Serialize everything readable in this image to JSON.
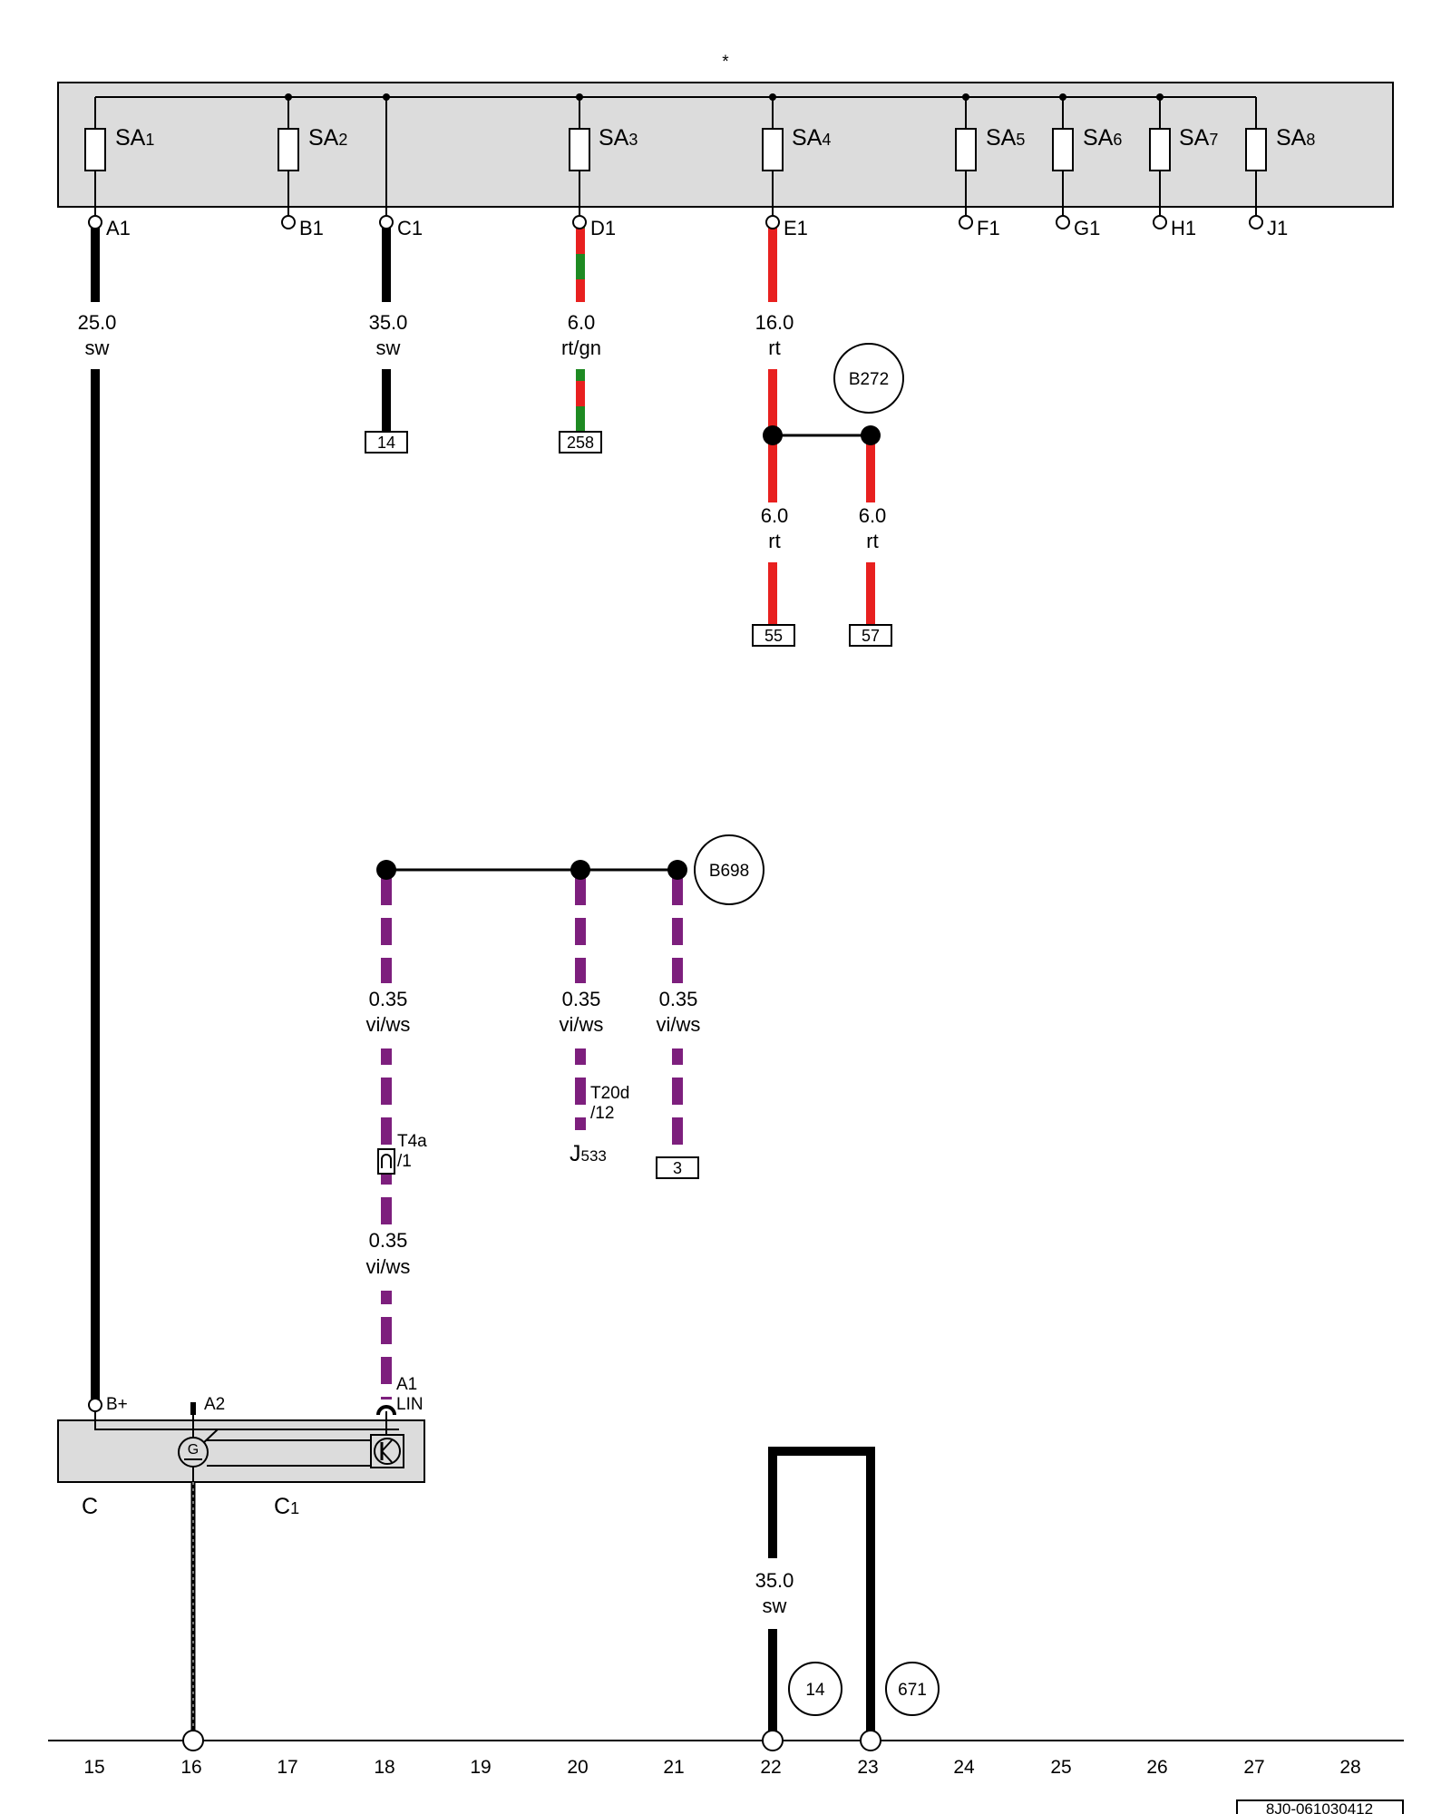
{
  "header_mark": "*",
  "fuse_block": {
    "fuses": [
      {
        "name": "SA",
        "sub": "1"
      },
      {
        "name": "SA",
        "sub": "2"
      },
      {
        "name": "SA",
        "sub": "3"
      },
      {
        "name": "SA",
        "sub": "4"
      },
      {
        "name": "SA",
        "sub": "5"
      },
      {
        "name": "SA",
        "sub": "6"
      },
      {
        "name": "SA",
        "sub": "7"
      },
      {
        "name": "SA",
        "sub": "8"
      }
    ],
    "terminals": [
      "A1",
      "B1",
      "C1",
      "D1",
      "E1",
      "F1",
      "G1",
      "H1",
      "J1"
    ]
  },
  "wires": {
    "a1": {
      "gauge": "25.0",
      "color": "sw"
    },
    "c1": {
      "gauge": "35.0",
      "color": "sw"
    },
    "d1": {
      "gauge": "6.0",
      "color": "rt/gn"
    },
    "e1": {
      "gauge": "16.0",
      "color": "rt"
    },
    "e1_branch_left": {
      "gauge": "6.0",
      "color": "rt"
    },
    "e1_branch_right": {
      "gauge": "6.0",
      "color": "rt"
    },
    "lin_left_upper": {
      "gauge": "0.35",
      "color": "vi/ws"
    },
    "lin_mid": {
      "gauge": "0.35",
      "color": "vi/ws"
    },
    "lin_right": {
      "gauge": "0.35",
      "color": "vi/ws"
    },
    "lin_left_lower": {
      "gauge": "0.35",
      "color": "vi/ws"
    },
    "ground_loop": {
      "gauge": "35.0",
      "color": "sw"
    }
  },
  "refs": {
    "c1_ref": "14",
    "d1_ref": "258",
    "e1_left_ref": "55",
    "e1_right_ref": "57",
    "lin_right_ref": "3"
  },
  "splices": {
    "b272": "B272",
    "b698": "B698"
  },
  "connector_t4a": {
    "line1": "T4a",
    "line2": "/1"
  },
  "connector_t20d": {
    "line1": "T20d",
    "line2": "/12"
  },
  "j533": {
    "name": "J",
    "sub": "533"
  },
  "alternator": {
    "pin_bplus": "B+",
    "pin_a2": "A2",
    "pin_a1": "A1",
    "pin_lin": "LIN",
    "gen_symbol": "G",
    "label_c": "C",
    "label_c1_name": "C",
    "label_c1_sub": "1"
  },
  "ground_refs": {
    "left": "14",
    "right": "671"
  },
  "column_numbers": [
    "15",
    "16",
    "17",
    "18",
    "19",
    "20",
    "21",
    "22",
    "23",
    "24",
    "25",
    "26",
    "27",
    "28"
  ],
  "diagram_id": "8J0-061030412",
  "colors": {
    "black": "#000000",
    "red": "#e8201f",
    "green": "#1e8a22",
    "violet": "#7d1f7d",
    "white": "#ffffff",
    "box_fill": "#dcdcdc"
  }
}
